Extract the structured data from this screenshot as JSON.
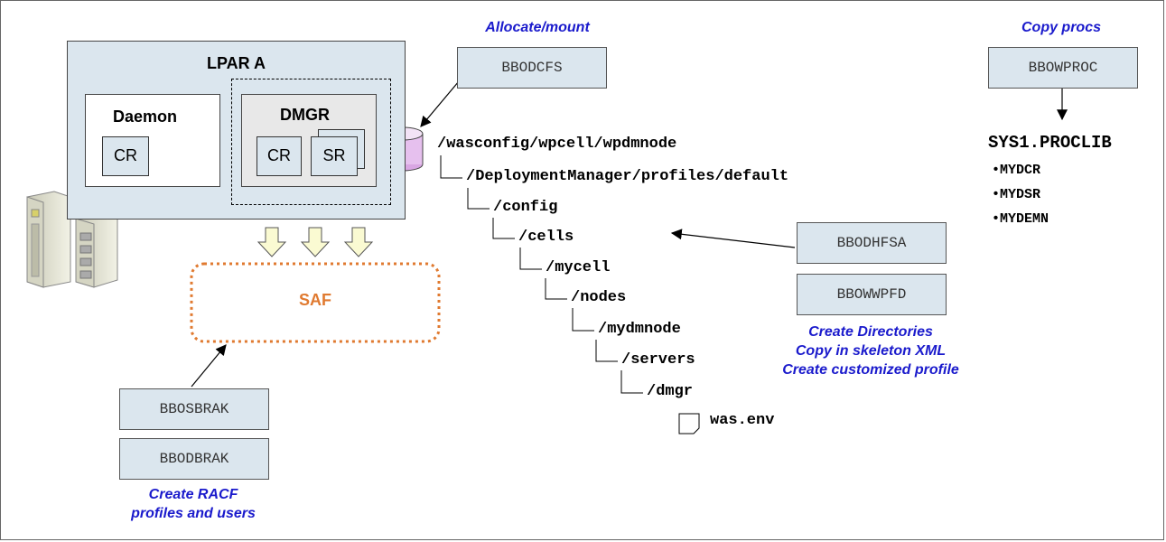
{
  "lpar": {
    "title": "LPAR A"
  },
  "daemon": {
    "title": "Daemon",
    "cr": "CR"
  },
  "dmgr": {
    "title": "DMGR",
    "cr": "CR",
    "sr": "SR"
  },
  "saf": {
    "label": "SAF"
  },
  "allocate": {
    "caption": "Allocate/mount",
    "job": "BBODCFS"
  },
  "copy_procs": {
    "caption": "Copy procs",
    "job": "BBOWPROC"
  },
  "proclib": {
    "name": "SYS1.PROCLIB",
    "members": [
      "MYDCR",
      "MYDSR",
      "MYDEMN"
    ],
    "bullet": "•"
  },
  "tree": {
    "root": "/wasconfig/wpcell/wpdmnode",
    "items": [
      "/DeploymentManager/profiles/default",
      "/config",
      "/cells",
      "/mycell",
      "/nodes",
      "/mydmnode",
      "/servers",
      "/dmgr"
    ],
    "file": "was.env"
  },
  "directories": {
    "jobs": [
      "BBODHFSA",
      "BBOWWPFD"
    ],
    "caption_lines": [
      "Create Directories",
      "Copy in skeleton XML",
      "Create customized profile"
    ]
  },
  "racf": {
    "jobs": [
      "BBOSBRAK",
      "BBODBRAK"
    ],
    "caption_lines": [
      "Create RACF",
      "profiles and users"
    ]
  },
  "colors": {
    "box_fill": "#dbe6ee",
    "saf_orange": "#e07a30",
    "caption_blue": "#1a1acc",
    "arrow_fill": "#fafad2",
    "disk": "#d9a6e3"
  }
}
